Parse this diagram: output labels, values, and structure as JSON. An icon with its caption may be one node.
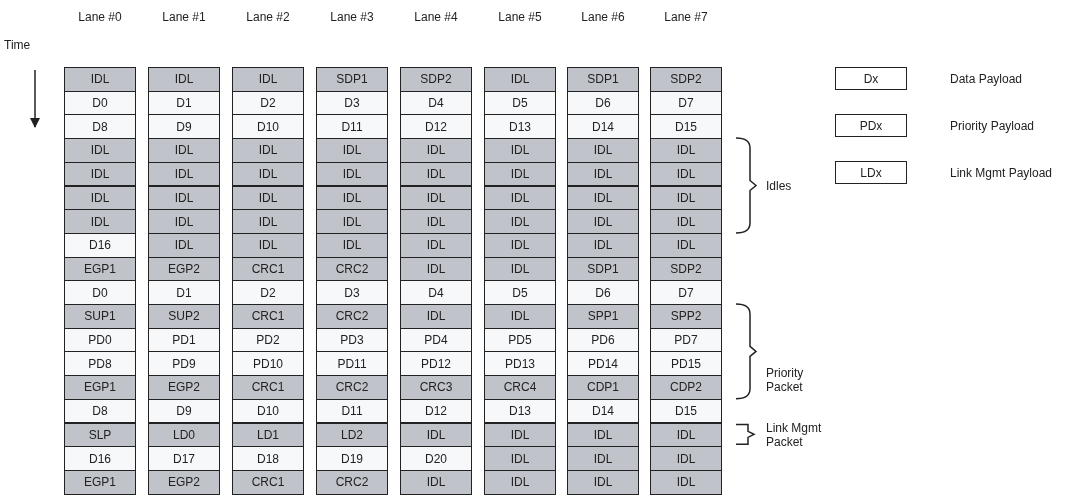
{
  "diagram": {
    "labels": [
      "Lane #0",
      "Lane #1",
      "Lane #2",
      "Lane #3",
      "Lane #4",
      "Lane #5",
      "Lane #6",
      "Lane #7",
      "Time",
      "IDL",
      "IDL",
      "IDL",
      "SDP1",
      "SDP2",
      "IDL",
      "SDP1",
      "SDP2",
      "D0",
      "D1",
      "D2",
      "D3",
      "D4",
      "D5",
      "D6",
      "D7",
      "D8",
      "D9",
      "D10",
      "D11",
      "D12",
      "D13",
      "D14",
      "D15",
      "IDL",
      "IDL",
      "IDL",
      "IDL",
      "IDL",
      "IDL",
      "IDL",
      "IDL",
      "IDL",
      "IDL",
      "IDL",
      "IDL",
      "IDL",
      "IDL",
      "IDL",
      "IDL",
      "IDL",
      "IDL",
      "IDL",
      "IDL",
      "IDL",
      "IDL",
      "IDL",
      "IDL",
      "IDL",
      "IDL",
      "IDL",
      "IDL",
      "IDL",
      "IDL",
      "IDL",
      "IDL",
      "D16",
      "IDL",
      "IDL",
      "IDL",
      "IDL",
      "IDL",
      "IDL",
      "IDL",
      "EGP1",
      "EGP2",
      "CRC1",
      "CRC2",
      "IDL",
      "IDL",
      "SDP1",
      "SDP2",
      "D0",
      "D1",
      "D2",
      "D3",
      "D4",
      "D5",
      "D6",
      "D7",
      "SUP1",
      "SUP2",
      "CRC1",
      "CRC2",
      "IDL",
      "IDL",
      "SPP1",
      "SPP2",
      "PD0",
      "PD1",
      "PD2",
      "PD3",
      "PD4",
      "PD5",
      "PD6",
      "PD7",
      "PD8",
      "PD9",
      "PD10",
      "PD11",
      "PD12",
      "PD13",
      "PD14",
      "PD15",
      "EGP1",
      "EGP2",
      "CRC1",
      "CRC2",
      "CRC3",
      "CRC4",
      "CDP1",
      "CDP2",
      "D8",
      "D9",
      "D10",
      "D11",
      "D12",
      "D13",
      "D14",
      "D15",
      "SLP",
      "LD0",
      "LD1",
      "LD2",
      "IDL",
      "IDL",
      "IDL",
      "IDL",
      "D16",
      "D17",
      "D18",
      "D19",
      "D20",
      "IDL",
      "IDL",
      "IDL",
      "EGP1",
      "EGP2",
      "CRC1",
      "CRC2",
      "IDL",
      "IDL",
      "IDL",
      "IDL",
      "Dx",
      "PDx",
      "LDx",
      "Idles",
      "Priority Packet",
      "Link Mgmt Packet"
    ],
    "legend": [
      {
        "text": "Data Payload"
      },
      {
        "text": "Priority Payload"
      },
      {
        "text": "Link Mgmt Payload"
      }
    ]
  }
}
